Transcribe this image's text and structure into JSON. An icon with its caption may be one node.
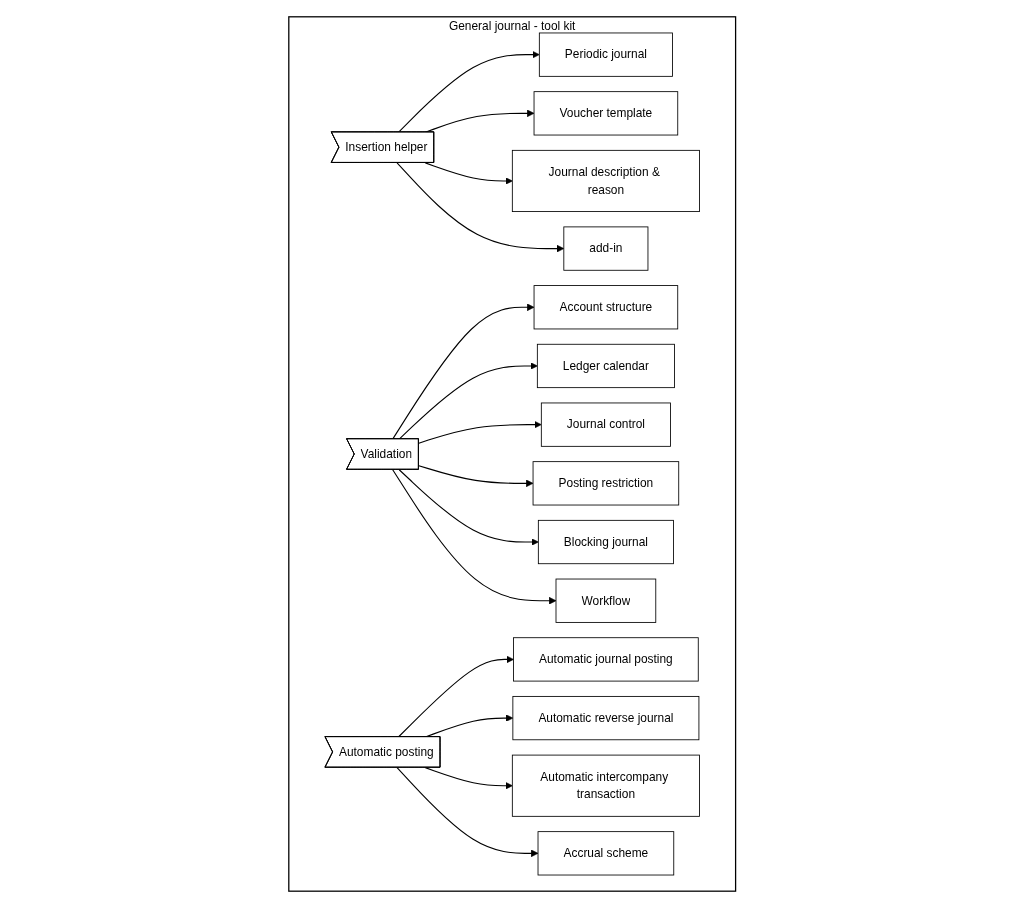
{
  "diagram": {
    "nodes": [
      {
        "text": [
          "General journal - tool kit"
        ]
      },
      {
        "text": [
          "Insertion helper"
        ],
        "in": 0
      },
      {
        "text": [
          "Periodic journal"
        ],
        "in": 0
      },
      {
        "text": [
          "Voucher template"
        ],
        "in": 0
      },
      {
        "text": [
          "Journal description & reason"
        ],
        "in": 0
      },
      {
        "text": [
          "add-in"
        ],
        "in": 0
      },
      {
        "text": [
          "Validation"
        ],
        "in": 0
      },
      {
        "text": [
          "Account structure"
        ],
        "in": 0
      },
      {
        "text": [
          "Ledger calendar"
        ],
        "in": 0
      },
      {
        "text": [
          "Journal control"
        ],
        "in": 0
      },
      {
        "text": [
          "Posting restriction"
        ],
        "in": 0
      },
      {
        "text": [
          "Blocking journal"
        ],
        "in": 0
      },
      {
        "text": [
          "Workflow"
        ],
        "in": 0
      },
      {
        "text": [
          "Automatic posting"
        ],
        "in": 0
      },
      {
        "text": [
          "Automatic journal posting"
        ],
        "in": 0
      },
      {
        "text": [
          "Automatic reverse journal"
        ],
        "in": 0
      },
      {
        "text": [
          "Automatic intercompany transaction"
        ],
        "in": 0
      },
      {
        "text": [
          "Accrual scheme"
        ],
        "in": 0
      }
    ],
    "edges": [
      {
        "from": 1,
        "to": 2,
        "arrow": "to"
      },
      {
        "from": 1,
        "to": 3,
        "arrow": "to"
      },
      {
        "from": 1,
        "to": 4,
        "arrow": "to"
      },
      {
        "from": 1,
        "to": 5,
        "arrow": "to"
      },
      {
        "from": 6,
        "to": 7,
        "arrow": "to"
      },
      {
        "from": 6,
        "to": 8,
        "arrow": "to"
      },
      {
        "from": 6,
        "to": 9,
        "arrow": "to"
      },
      {
        "from": 6,
        "to": 10,
        "arrow": "to"
      },
      {
        "from": 6,
        "to": 11,
        "arrow": "to"
      },
      {
        "from": 6,
        "to": 12,
        "arrow": "to"
      },
      {
        "from": 13,
        "to": 14,
        "arrow": "to"
      },
      {
        "from": 13,
        "to": 15,
        "arrow": "to"
      },
      {
        "from": 13,
        "to": 16,
        "arrow": "to"
      },
      {
        "from": 13,
        "to": 17,
        "arrow": "to"
      }
    ]
  }
}
